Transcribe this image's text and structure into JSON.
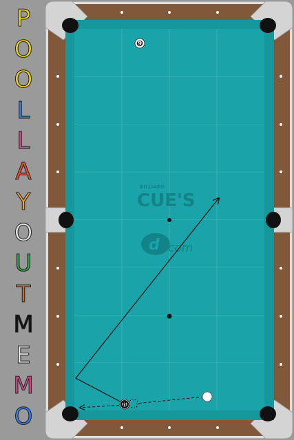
{
  "title_letters": [
    {
      "char": "P",
      "color": "#f2d61c"
    },
    {
      "char": "O",
      "color": "#f2d61c"
    },
    {
      "char": "O",
      "color": "#f2d61c"
    },
    {
      "char": "L",
      "color": "#3a7fe0"
    },
    {
      "char": "L",
      "color": "#d84a8a"
    },
    {
      "char": "A",
      "color": "#e84f2c"
    },
    {
      "char": "Y",
      "color": "#f0a030"
    },
    {
      "char": "O",
      "color": "#e8e8e8"
    },
    {
      "char": "U",
      "color": "#2fa44a"
    },
    {
      "char": "T",
      "color": "#c0722c"
    },
    {
      "char": "M",
      "color": "#111111"
    },
    {
      "char": "E",
      "color": "#e8e8e8"
    },
    {
      "char": "M",
      "color": "#d84a8a"
    },
    {
      "char": "O",
      "color": "#3a7fe0"
    }
  ],
  "logo": {
    "small": "BILLIARD",
    "main": "CUE'S",
    "sub": "com"
  },
  "balls": [
    {
      "id": "ball-9",
      "label": "9",
      "kind": "striped"
    },
    {
      "id": "ball-8",
      "label": "8",
      "kind": "solid"
    },
    {
      "id": "cue-ball",
      "label": "",
      "kind": "cue"
    }
  ],
  "colors": {
    "felt": "#1aa3a8",
    "cushion": "#15989c",
    "rail_wood": "#82583a",
    "frame": "#d9d9d9",
    "pocket": "#111111",
    "background": "#9a9a9a"
  }
}
